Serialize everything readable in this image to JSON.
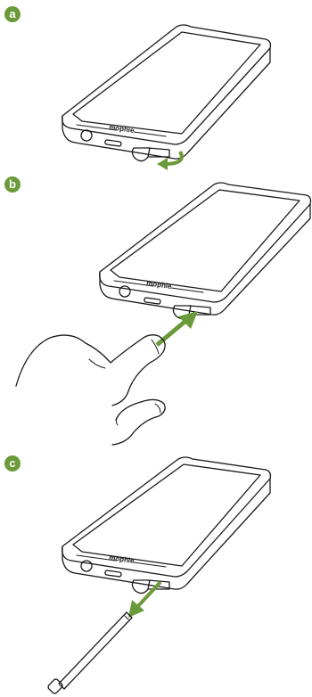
{
  "colors": {
    "accent": "#6b9a3a",
    "line": "#1a1a1a",
    "background": "#ffffff"
  },
  "steps": [
    {
      "badge": "a",
      "brand": "mophie",
      "arrow": "rotate-arrow"
    },
    {
      "badge": "b",
      "brand": "mophie",
      "arrow": "push-arrow"
    },
    {
      "badge": "c",
      "brand": "mophie",
      "arrow": "pull-arrow"
    }
  ]
}
